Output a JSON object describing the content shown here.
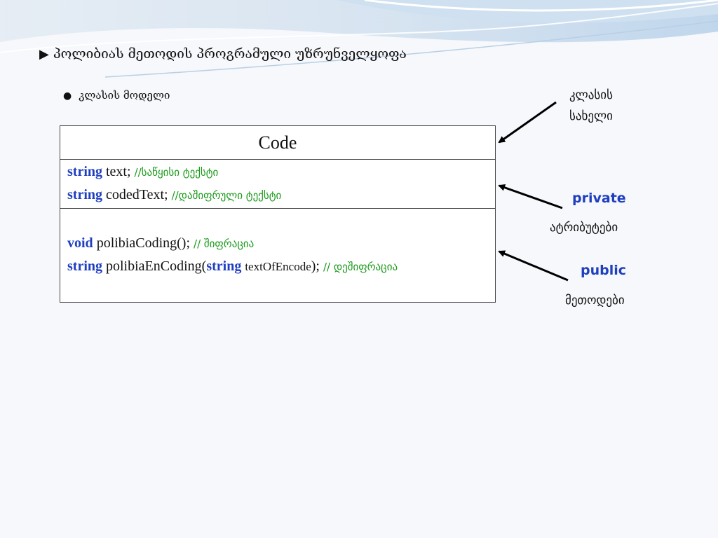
{
  "slide": {
    "title": "პოლიბიას მეთოდის პროგრამული უზრუნველყოფა",
    "bullet": "კლასის მოდელი"
  },
  "uml_class": {
    "name": "Code",
    "attributes": [
      {
        "type": "string",
        "name": "text;",
        "comment": "//საწყისი ტექსტი"
      },
      {
        "type": "string",
        "name": "codedText;",
        "comment": "//დაშიფრული ტექსტი"
      }
    ],
    "methods": [
      {
        "type": "void",
        "signature": "polibiaCoding();",
        "comment": "// შიფრაცია"
      },
      {
        "type": "string",
        "name": "polibiaEnCoding(",
        "param_type": "string",
        "param_name": "textOfEncode",
        "close": ");",
        "comment": "// დეშიფრაცია"
      }
    ]
  },
  "annotations": {
    "class_name_label": [
      "კლასის",
      "სახელი"
    ],
    "private_label": "private",
    "attributes_label": "ატრიბუტები",
    "public_label": "public",
    "methods_label": "მეთოდები"
  },
  "colors": {
    "keyword": "#1f3fbf",
    "comment": "#1a9a1a",
    "accent_label": "#1f3fbf"
  }
}
